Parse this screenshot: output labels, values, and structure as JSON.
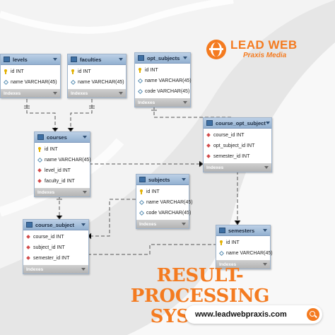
{
  "brand": {
    "name": "LEAD WEB",
    "tagline": "Praxis Media",
    "accent_color": "#f47b20"
  },
  "headline": [
    "RESULT-PROCESSING",
    "SYSTEMS"
  ],
  "url": "www.leadwebpraxis.com",
  "diagram": {
    "indexes_label": "Indexes",
    "tables": {
      "levels": {
        "name": "levels",
        "columns": [
          {
            "key": "pk",
            "text": "id INT"
          },
          {
            "key": "col",
            "text": "name VARCHAR(45)"
          }
        ]
      },
      "faculties": {
        "name": "faculties",
        "columns": [
          {
            "key": "pk",
            "text": "id INT"
          },
          {
            "key": "col",
            "text": "name VARCHAR(45)"
          }
        ]
      },
      "opt_subjects": {
        "name": "opt_subjects",
        "columns": [
          {
            "key": "pk",
            "text": "id INT"
          },
          {
            "key": "col",
            "text": "name VARCHAR(45)"
          },
          {
            "key": "col",
            "text": "code VARCHAR(45)"
          }
        ]
      },
      "course_opt_subject": {
        "name": "course_opt_subject",
        "columns": [
          {
            "key": "fk",
            "text": "course_id INT"
          },
          {
            "key": "fk",
            "text": "opt_subject_id INT"
          },
          {
            "key": "fk",
            "text": "semester_id INT"
          }
        ]
      },
      "courses": {
        "name": "courses",
        "columns": [
          {
            "key": "pk",
            "text": "id INT"
          },
          {
            "key": "col",
            "text": "name VARCHAR(45)"
          },
          {
            "key": "fk",
            "text": "level_id INT"
          },
          {
            "key": "fk",
            "text": "faculty_id INT"
          }
        ]
      },
      "subjects": {
        "name": "subjects",
        "columns": [
          {
            "key": "pk",
            "text": "id INT"
          },
          {
            "key": "col",
            "text": "name VARCHAR(45)"
          },
          {
            "key": "col",
            "text": "code VARCHAR(45)"
          }
        ]
      },
      "course_subject": {
        "name": "course_subject",
        "columns": [
          {
            "key": "fk",
            "text": "course_id INT"
          },
          {
            "key": "fk",
            "text": "subject_id INT"
          },
          {
            "key": "fk",
            "text": "semester_id INT"
          }
        ]
      },
      "semesters": {
        "name": "semesters",
        "columns": [
          {
            "key": "pk",
            "text": "id INT"
          },
          {
            "key": "col",
            "text": "name VARCHAR(45)"
          }
        ]
      }
    }
  }
}
